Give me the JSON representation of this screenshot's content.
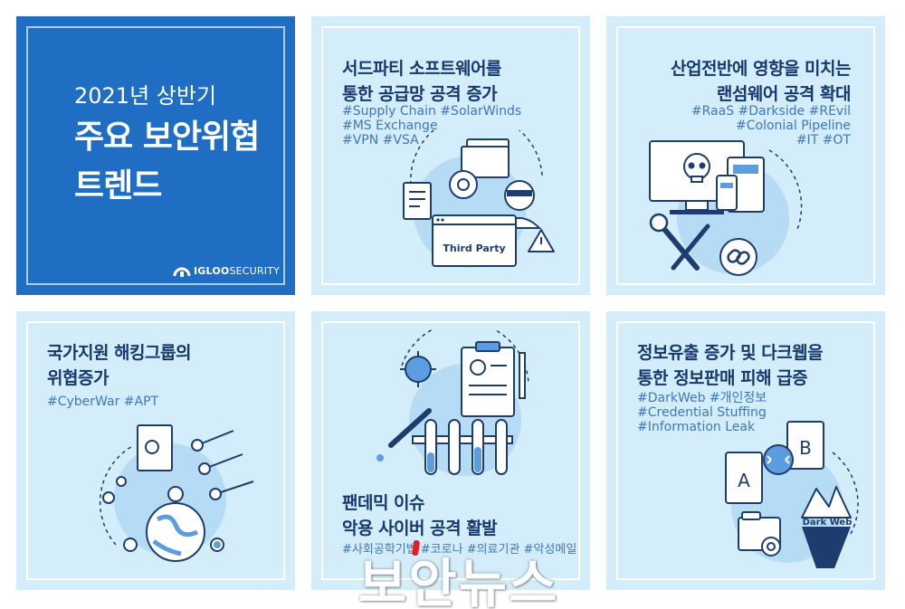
{
  "cover": {
    "year_line": "2021년 상반기",
    "line2": "주요 보안위협",
    "line3": "트렌드",
    "logo_bold": "IGLOO",
    "logo_light": "SECURITY"
  },
  "cards": [
    {
      "title": [
        "서드파티 소프트웨어를",
        "통한 공급망 공격 증가"
      ],
      "tags": [
        "#Supply Chain #SolarWinds",
        "#MS Exchange",
        "#VPN #VSA"
      ],
      "illustration_label": "Third Party"
    },
    {
      "title": [
        "산업전반에 영향을 미치는",
        "랜섬웨어 공격 확대"
      ],
      "tags": [
        "#RaaS #Darkside #REvil",
        "#Colonial Pipeline",
        "#IT #OT"
      ]
    },
    {
      "title": [
        "국가지원 해킹그룹의",
        "위협증가"
      ],
      "tags": [
        "#CyberWar #APT"
      ]
    },
    {
      "title": [
        "팬데믹 이슈",
        "악용 사이버 공격 활발"
      ],
      "tags": [
        "#사회공학기법 #코로나 #의료기관 #악성메일"
      ]
    },
    {
      "title": [
        "정보유출 증가 및 다크웹을",
        "통한 정보판매 피해 급증"
      ],
      "tags": [
        "#DarkWeb #개인정보",
        "#Credential Stuffing",
        "#Information Leak"
      ],
      "illustration_label": "Dark Web",
      "doc_letters": [
        "A",
        "B"
      ]
    }
  ],
  "watermark": "보안뉴스",
  "colors": {
    "cover_bg": "#1f6ec4",
    "card_bg": "#d3edfb",
    "title": "#17386f",
    "tag": "#3f77c0",
    "line": "#1e3d6e"
  }
}
